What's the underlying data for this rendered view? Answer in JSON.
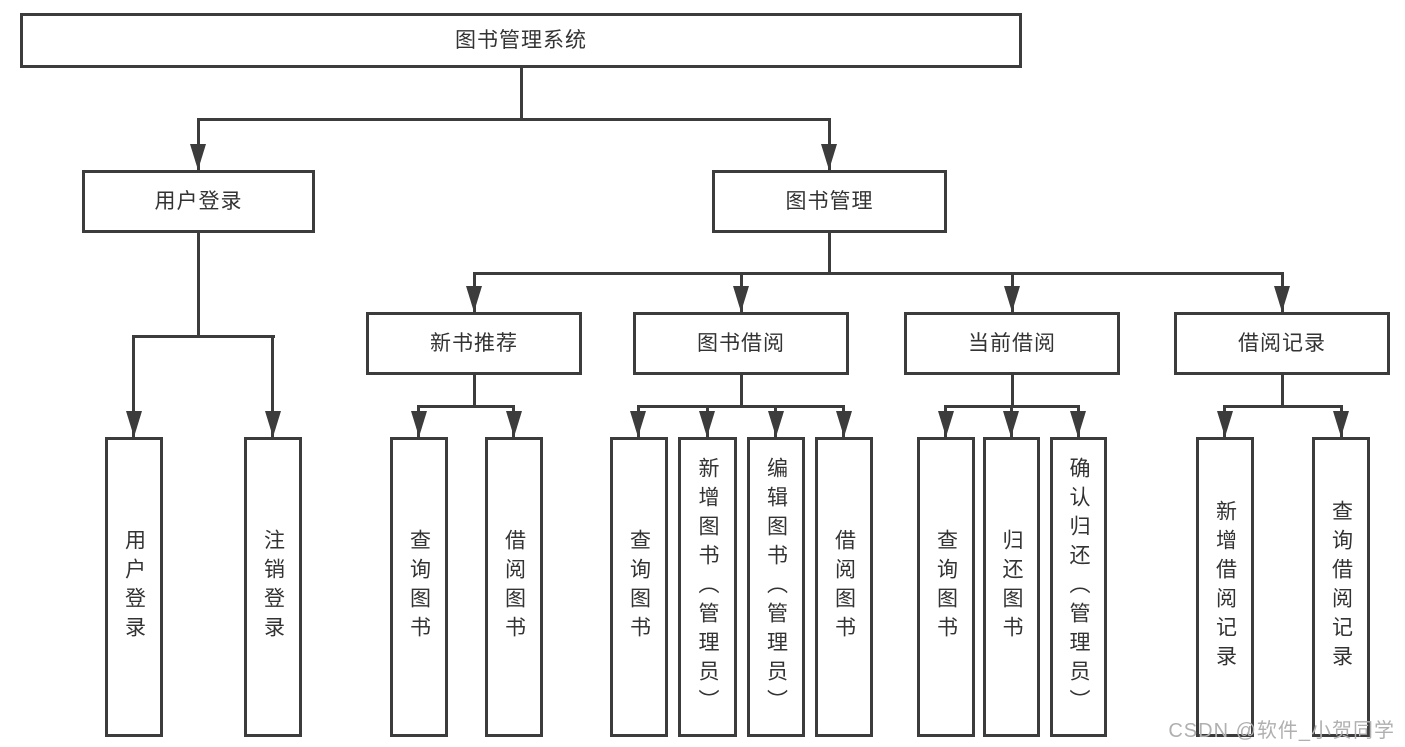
{
  "diagram": {
    "title": "图书管理系统",
    "root": {
      "label": "图书管理系统"
    },
    "branches": [
      {
        "label": "用户登录",
        "children": [
          {
            "label": "用户登录"
          },
          {
            "label": "注销登录"
          }
        ]
      },
      {
        "label": "图书管理",
        "children": [
          {
            "label": "新书推荐",
            "children": [
              {
                "label": "查询图书"
              },
              {
                "label": "借阅图书"
              }
            ]
          },
          {
            "label": "图书借阅",
            "children": [
              {
                "label": "查询图书"
              },
              {
                "label": "新增图书（管理员）"
              },
              {
                "label": "编辑图书（管理员）"
              },
              {
                "label": "借阅图书"
              }
            ]
          },
          {
            "label": "当前借阅",
            "children": [
              {
                "label": "查询图书"
              },
              {
                "label": "归还图书"
              },
              {
                "label": "确认归还（管理员）"
              }
            ]
          },
          {
            "label": "借阅记录",
            "children": [
              {
                "label": "新增借阅记录"
              },
              {
                "label": "查询借阅记录"
              }
            ]
          }
        ]
      }
    ]
  },
  "watermark": {
    "text": "CSDN @软件_小贺同学"
  },
  "colors": {
    "stroke": "#3c3c3c",
    "ink": "#333333",
    "wm": "#b0b0b0",
    "bg": "#ffffff"
  }
}
